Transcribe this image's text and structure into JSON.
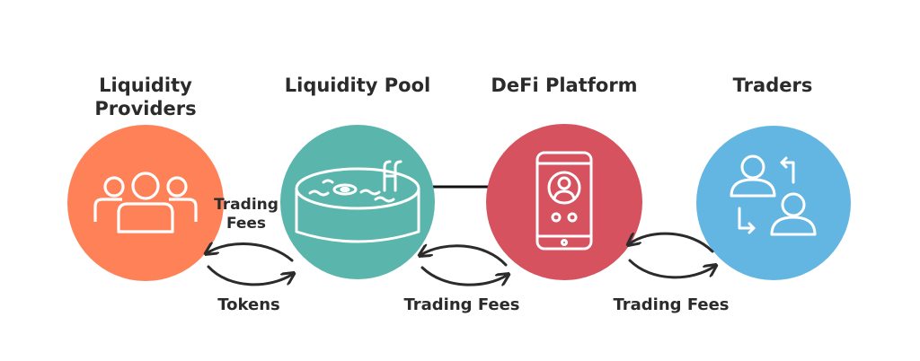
{
  "nodes": [
    {
      "id": "providers",
      "title_line1": "Liquidity",
      "title_line2": "Providers",
      "color": "#ff8157",
      "icon": "group-of-people-icon"
    },
    {
      "id": "pool",
      "title": "Liquidity Pool",
      "color": "#5ab6ac",
      "icon": "swimming-pool-icon"
    },
    {
      "id": "platform",
      "title": "DeFi Platform",
      "color": "#d5525e",
      "icon": "smartphone-app-icon"
    },
    {
      "id": "traders",
      "title": "Traders",
      "color": "#64b6e2",
      "icon": "people-exchange-icon"
    }
  ],
  "edges": [
    {
      "label_top_line1": "Trading",
      "label_top_line2": "Fees",
      "label_bottom": "Tokens"
    },
    {
      "label_bottom": "Trading Fees"
    },
    {
      "label_bottom": "Trading Fees"
    }
  ],
  "colors": {
    "text": "#2b2b2b",
    "icon_stroke": "#ffffff",
    "arrow": "#2b2b2b"
  }
}
